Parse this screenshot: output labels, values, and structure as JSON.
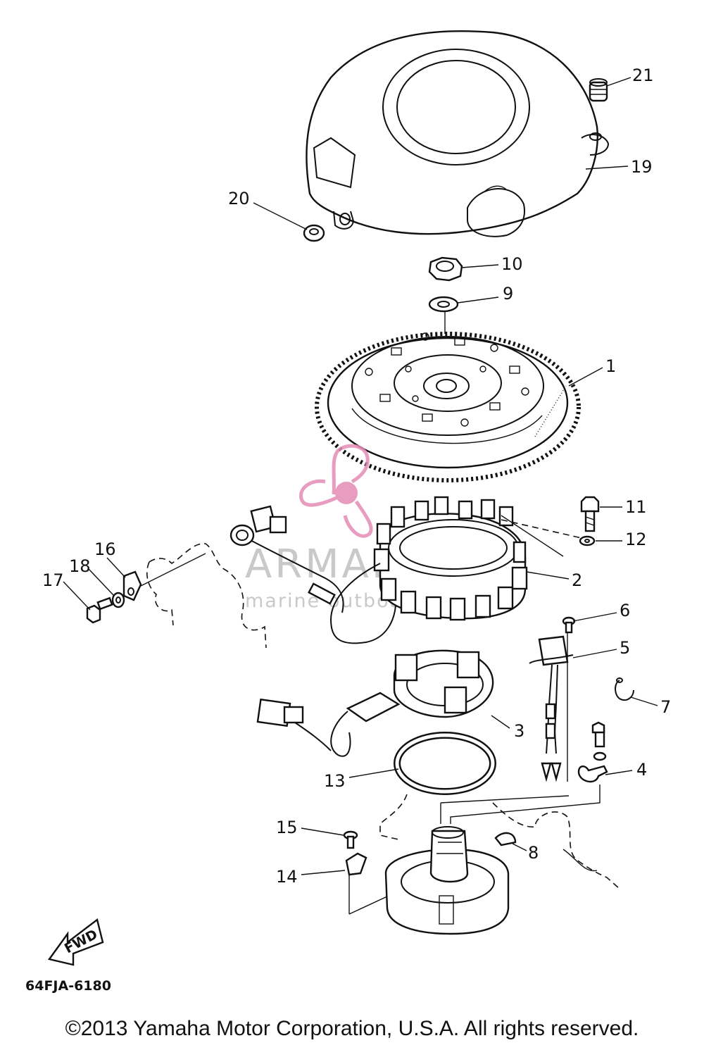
{
  "part_labels": {
    "p1": "1",
    "p2": "2",
    "p3": "3",
    "p4": "4",
    "p5": "5",
    "p6": "6",
    "p7": "7",
    "p8": "8",
    "p9": "9",
    "p10": "10",
    "p11": "11",
    "p12": "12",
    "p13": "13",
    "p14": "14",
    "p15": "15",
    "p16": "16",
    "p17": "17",
    "p18": "18",
    "p19": "19",
    "p20": "20",
    "p21": "21"
  },
  "fwd_label": "FWD",
  "diagram_code": "64FJA-6180",
  "copyright": "©2013 Yamaha Motor Corporation, U.S.A. All rights reserved.",
  "watermark": {
    "brand": "ARMADA",
    "tagline": "marine outboards",
    "logo_color": "#e48bb6",
    "text_color": "#8a8a8a"
  },
  "colors": {
    "ink": "#111111",
    "paper": "#ffffff"
  }
}
